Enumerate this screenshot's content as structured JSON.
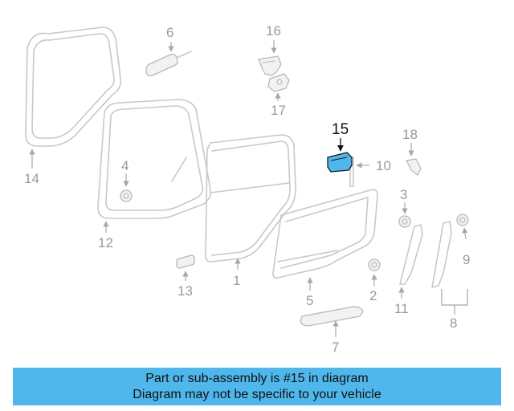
{
  "callouts": {
    "n1": "1",
    "n2": "2",
    "n3": "3",
    "n4": "4",
    "n5": "5",
    "n6": "6",
    "n7": "7",
    "n8": "8",
    "n9": "9",
    "n10": "10",
    "n11": "11",
    "n12": "12",
    "n13": "13",
    "n14": "14",
    "n15": "15",
    "n16": "16",
    "n17": "17",
    "n18": "18"
  },
  "highlight": {
    "color": "#4fb7ec"
  },
  "banner": {
    "line1": "Part or sub-assembly is #15 in diagram",
    "line2": "Diagram may not be specific to your vehicle",
    "color": "#4fb7ec"
  }
}
